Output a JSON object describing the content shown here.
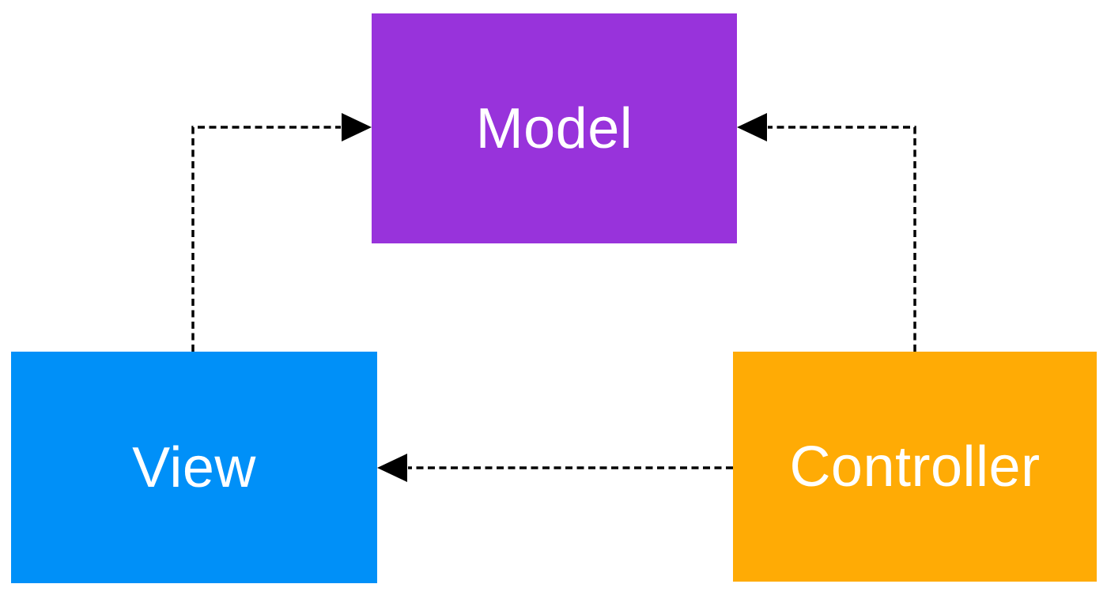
{
  "diagram": {
    "background": "#ffffff",
    "arrow_color": "#000000",
    "nodes": [
      {
        "id": "model",
        "label": "Model",
        "fill": "#9833DB",
        "text_color": "#ffffff",
        "position": "top-center"
      },
      {
        "id": "view",
        "label": "View",
        "fill": "#0090F8",
        "text_color": "#ffffff",
        "position": "bottom-left"
      },
      {
        "id": "controller",
        "label": "Controller",
        "fill": "#FFAB05",
        "text_color": "#ffffff",
        "position": "bottom-right"
      }
    ],
    "edges": [
      {
        "from": "view",
        "to": "model",
        "line_style": "dashed",
        "route": "up-then-right, arrowhead into left side of Model"
      },
      {
        "from": "controller",
        "to": "model",
        "line_style": "dashed",
        "route": "up-then-left, arrowhead into right side of Model"
      },
      {
        "from": "controller",
        "to": "view",
        "line_style": "dashed",
        "route": "straight left, arrowhead into right side of View"
      }
    ]
  }
}
